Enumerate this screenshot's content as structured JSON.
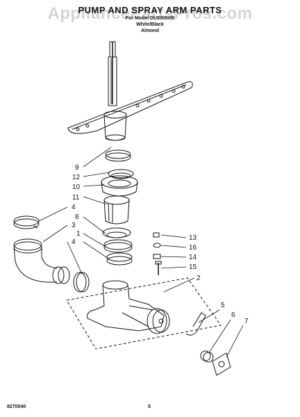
{
  "header": {
    "title": "PUMP AND SPRAY ARM PARTS",
    "model_line": "For Model DU8300XB",
    "color_line_1": "White/Black",
    "color_line_2": "Almond"
  },
  "watermark": "AppliancePartsPros.com",
  "callouts": [
    {
      "id": "9a",
      "label": "9"
    },
    {
      "id": "12",
      "label": "12"
    },
    {
      "id": "10",
      "label": "10"
    },
    {
      "id": "11",
      "label": "11"
    },
    {
      "id": "4a",
      "label": "4"
    },
    {
      "id": "8",
      "label": "8"
    },
    {
      "id": "3",
      "label": "3"
    },
    {
      "id": "1",
      "label": "1"
    },
    {
      "id": "4b",
      "label": "4"
    },
    {
      "id": "13",
      "label": "13"
    },
    {
      "id": "16",
      "label": "16"
    },
    {
      "id": "14",
      "label": "14"
    },
    {
      "id": "15",
      "label": "15"
    },
    {
      "id": "2",
      "label": "2"
    },
    {
      "id": "5",
      "label": "5"
    },
    {
      "id": "6",
      "label": "6"
    },
    {
      "id": "7",
      "label": "7"
    }
  ],
  "footer": {
    "doc_code": "8270040",
    "page_number": "5"
  }
}
